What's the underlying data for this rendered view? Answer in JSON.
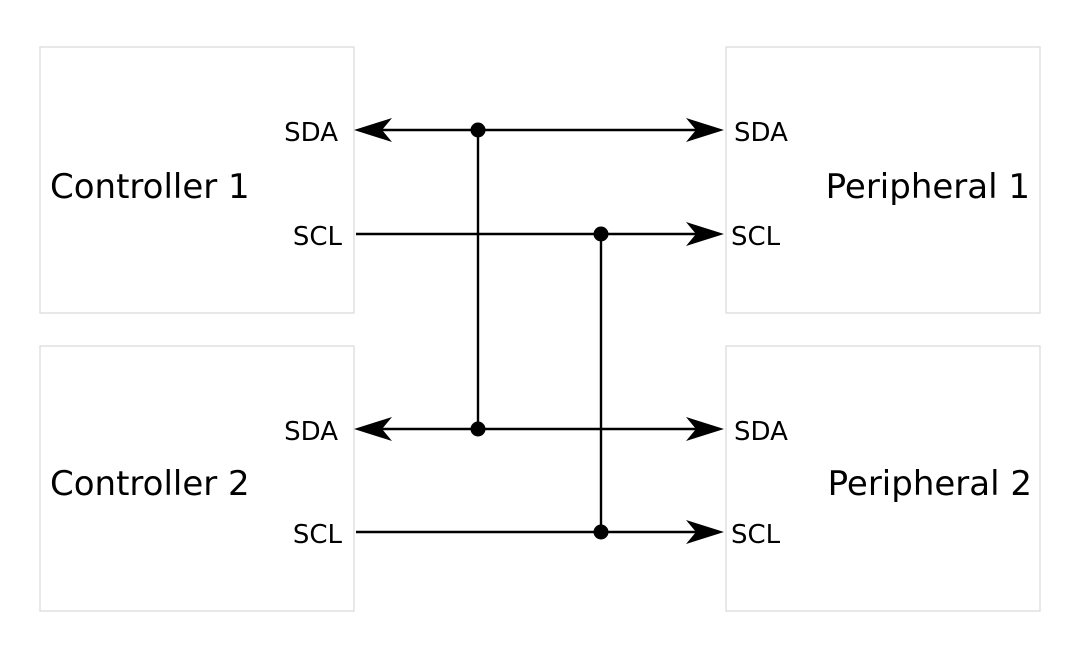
{
  "devices": {
    "controller1": {
      "title": "Controller 1",
      "pin_sda": "SDA",
      "pin_scl": "SCL"
    },
    "controller2": {
      "title": "Controller 2",
      "pin_sda": "SDA",
      "pin_scl": "SCL"
    },
    "peripheral1": {
      "title": "Peripheral 1",
      "pin_sda": "SDA",
      "pin_scl": "SCL"
    },
    "peripheral2": {
      "title": "Peripheral 2",
      "pin_sda": "SDA",
      "pin_scl": "SCL"
    }
  }
}
